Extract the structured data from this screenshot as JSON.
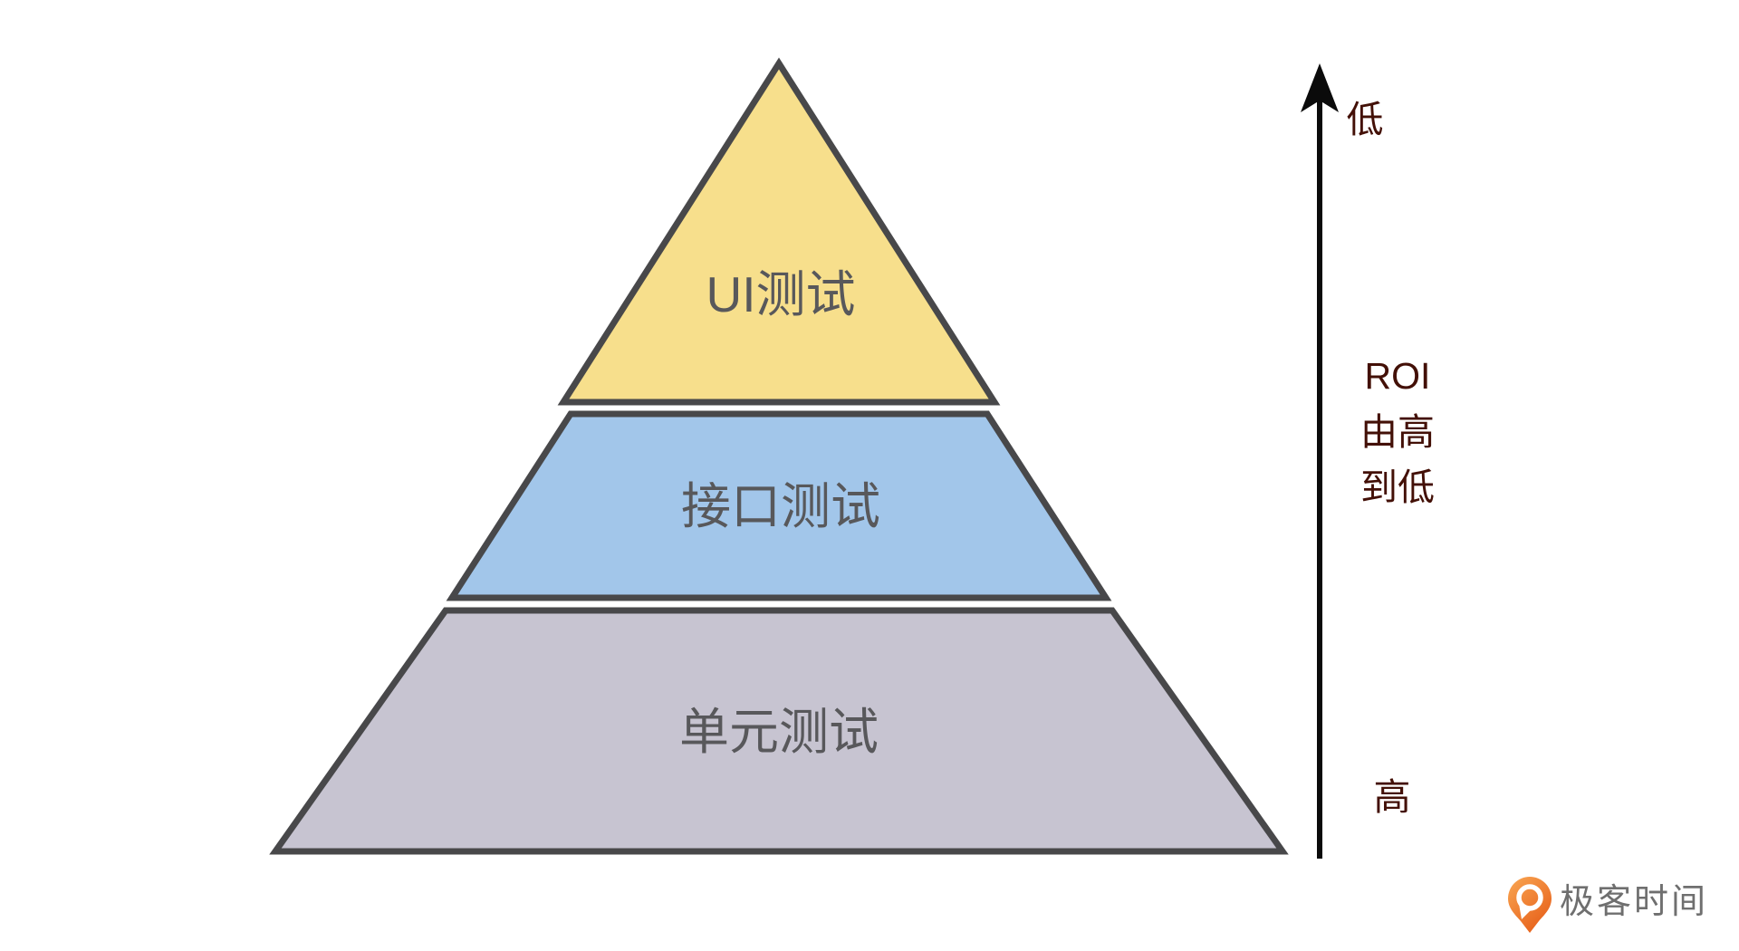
{
  "colors": {
    "background": "#FFFFFF",
    "outline": "#48484A",
    "level_label": "#58585B",
    "axis_text": "#431007",
    "arrow": "#0B0B0B",
    "brand_text": "#6F6F6F",
    "brand_orange_light": "#F9A753",
    "brand_orange_dark": "#E7601A"
  },
  "pyramid": {
    "levels": [
      {
        "label": "UI测试",
        "color": "#F7DF8C"
      },
      {
        "label": "接口测试",
        "color": "#A2C6EA"
      },
      {
        "label": "单元测试",
        "color": "#C7C4D1"
      }
    ]
  },
  "axis": {
    "top_label": "低",
    "roi_lines": [
      "ROI",
      "由高",
      "到低"
    ],
    "bottom_label": "高"
  },
  "footer": {
    "brand": "极客时间"
  }
}
